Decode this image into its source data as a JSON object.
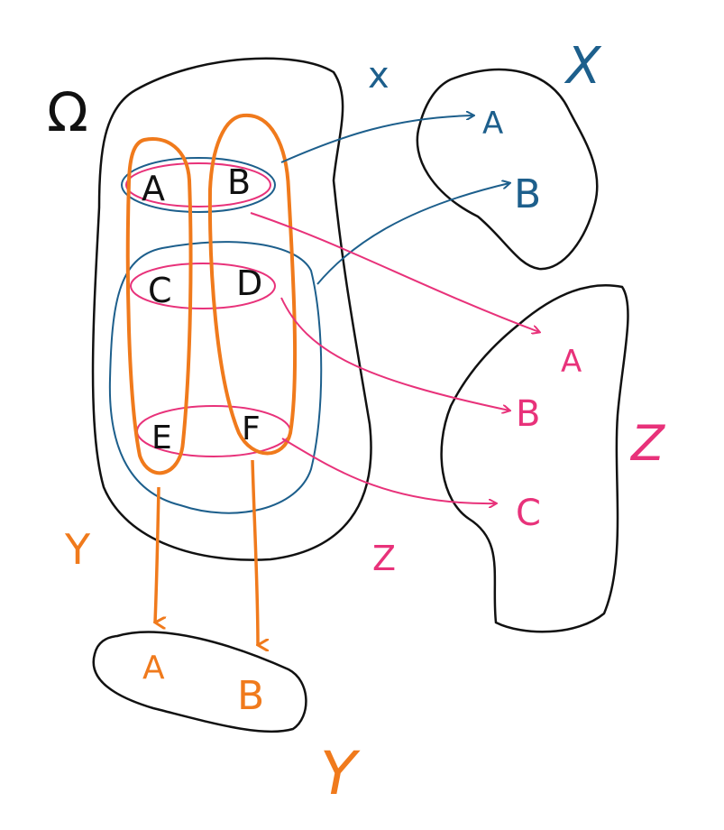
{
  "colors": {
    "ink": "#111111",
    "blue": "#1d5f8c",
    "pink": "#e8327a",
    "orange": "#f07a1c"
  },
  "labels": {
    "omega": "Ω",
    "x_var": "x",
    "x_space": "X",
    "y_var": "Y",
    "y_space": "Y",
    "z_var": "Z",
    "z_space": "Z"
  },
  "omega_cells": {
    "a": "A",
    "b": "B",
    "c": "C",
    "d": "D",
    "e": "E",
    "f": "F"
  },
  "x_space_points": [
    "A",
    "B"
  ],
  "z_space_points": [
    "A",
    "B",
    "C"
  ],
  "y_space_points": [
    "A",
    "B"
  ]
}
